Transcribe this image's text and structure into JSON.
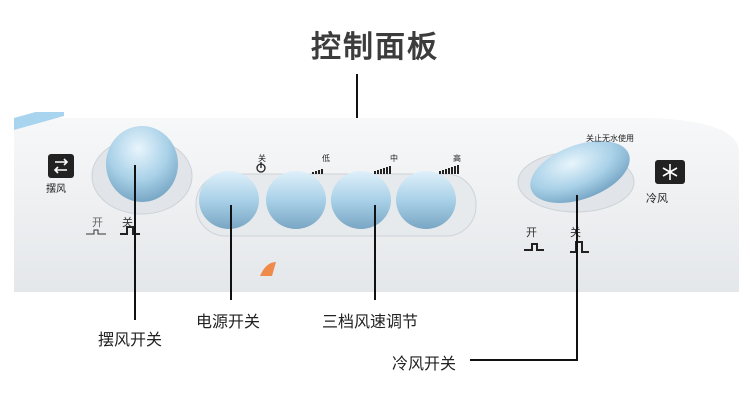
{
  "title": "控制面板",
  "swing": {
    "icon_text": "摆风",
    "on": "开",
    "off": "关",
    "callout": "摆风开关"
  },
  "power": {
    "off_label": "关",
    "callout": "电源开关"
  },
  "speed": {
    "low": "低",
    "mid": "中",
    "high": "高",
    "callout": "三档风速调节"
  },
  "cool": {
    "icon_text": "冷风",
    "note": "关止无水使用",
    "on": "开",
    "off": "关",
    "callout": "冷风开关"
  },
  "colors": {
    "panel_blue": "#a8d4ef",
    "button_blue": "#a9d1e8",
    "indicator_orange": "#f08a4b"
  }
}
